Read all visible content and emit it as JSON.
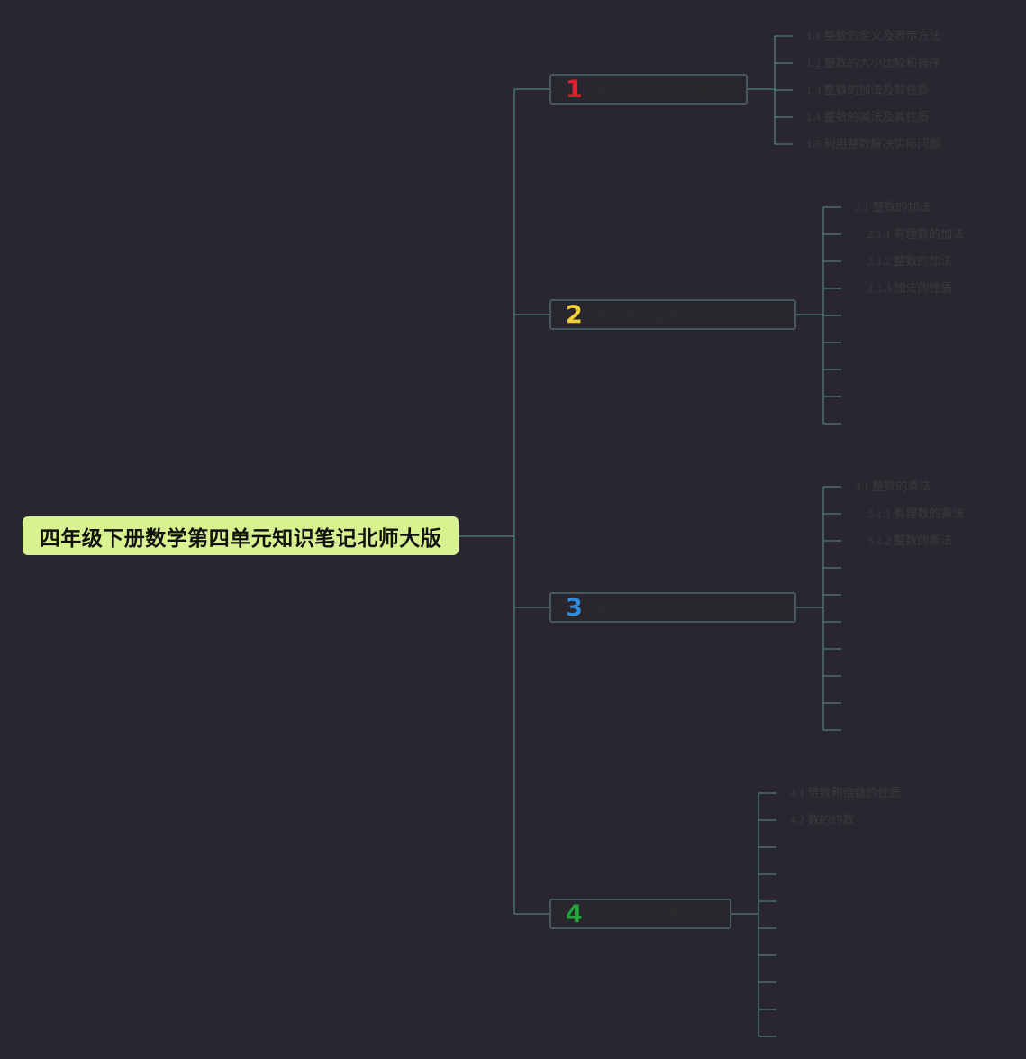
{
  "root": {
    "title": "四年级下册数学第四单元知识笔记北师大版"
  },
  "colors": {
    "connector": "#4f7f7b",
    "root_bg": "#d7f28f",
    "background": "#2a2630"
  },
  "chapters": [
    {
      "number": "1",
      "number_color": "#e0202a",
      "title": "第一章：整数的概念",
      "items": [
        "1.1 整数的定义及表示方法",
        "1.2 整数的大小比较和排序",
        "1.3 整数的加法及其性质",
        "1.4 整数的减法及其性质",
        "1.5 利用整数解决实际问题"
      ]
    },
    {
      "number": "2",
      "number_color": "#f2d03c",
      "title": "第二章：整数的加法和减法",
      "items": [
        "2.1 整数的加法",
        "2.1.1 有理数的加法",
        "2.1.2 整数的加法",
        "2.1.3 加法的性质",
        "",
        "",
        "",
        "",
        ""
      ]
    },
    {
      "number": "3",
      "number_color": "#2f8ee0",
      "title": "第三章：整数的乘法和除法",
      "items": [
        "3.1 整数的乘法",
        "3.1.1 有理数的乘法",
        "3.1.2 整数的乘法",
        "",
        "",
        "",
        "",
        "",
        "",
        ""
      ]
    },
    {
      "number": "4",
      "number_color": "#22a53b",
      "title": "第四章：计算技巧",
      "items": [
        "4.1 倍数和倍数的性质",
        "4.2 数的约数",
        "",
        "",
        "",
        "",
        "",
        "",
        "",
        ""
      ]
    }
  ]
}
